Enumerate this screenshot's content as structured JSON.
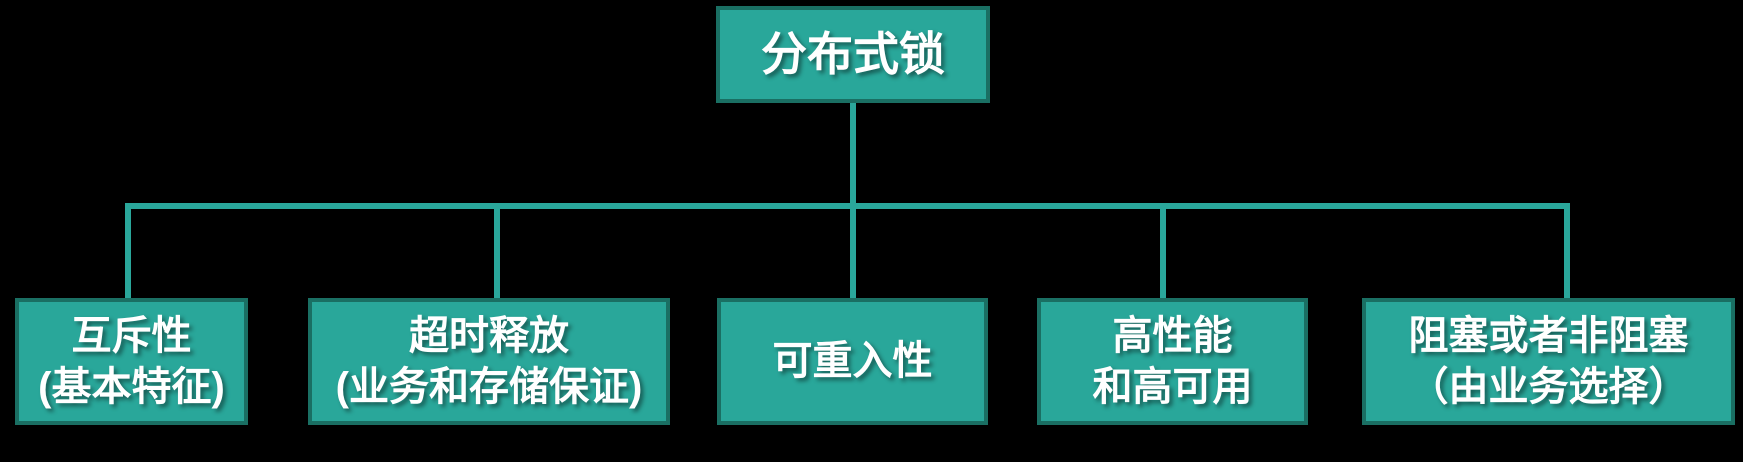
{
  "diagram": {
    "colors": {
      "background": "#000000",
      "node_fill": "#29A79A",
      "node_border": "#1A6F63",
      "connector": "#2AA79B",
      "text": "#FFFFFF"
    },
    "root": {
      "label": "分布式锁"
    },
    "children": [
      {
        "lines": [
          "互斥性",
          "(基本特征)"
        ]
      },
      {
        "lines": [
          "超时释放",
          "(业务和存储保证)"
        ]
      },
      {
        "lines": [
          "可重入性",
          ""
        ]
      },
      {
        "lines": [
          "高性能",
          "和高可用"
        ]
      },
      {
        "lines": [
          "阻塞或者非阻塞",
          "（由业务选择）"
        ]
      }
    ]
  }
}
